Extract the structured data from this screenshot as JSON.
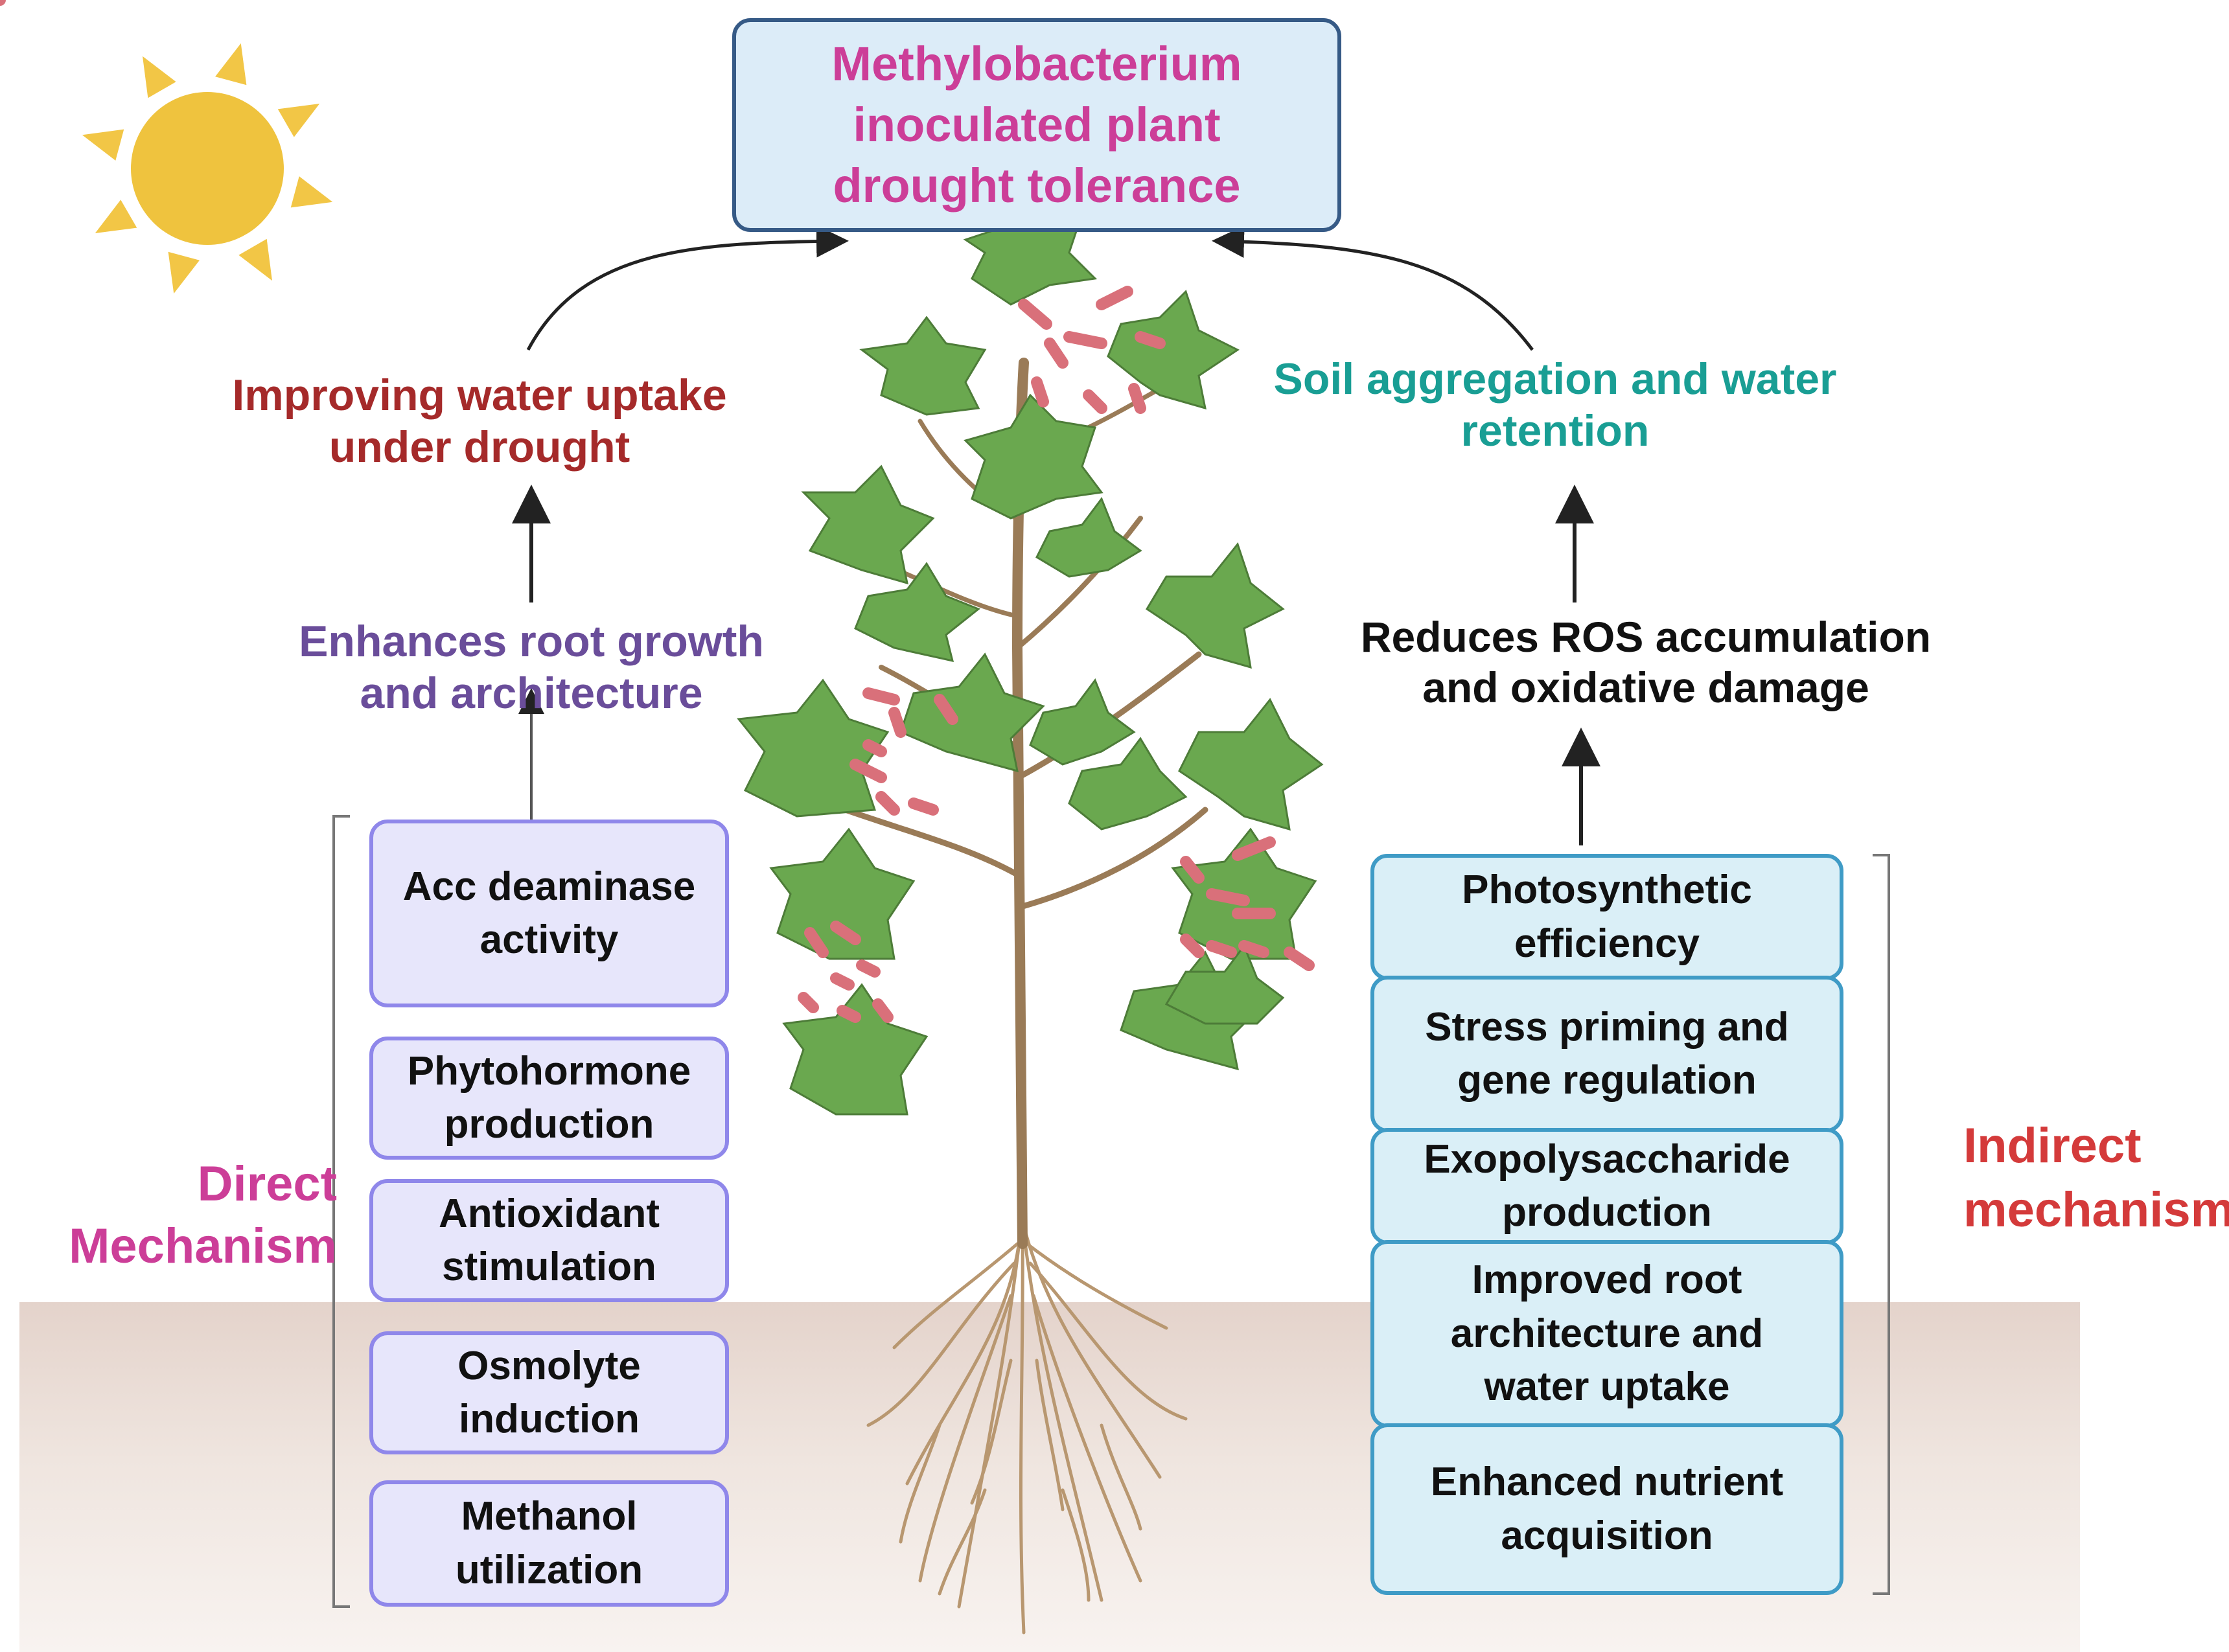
{
  "title": [
    "Methylobacterium",
    "inoculated plant",
    "drought tolerance"
  ],
  "left_upper": [
    "Improving water uptake",
    "under drought"
  ],
  "left_middle": [
    "Enhances root growth",
    "and architecture"
  ],
  "right_upper": [
    "Soil aggregation and water",
    "retention"
  ],
  "right_middle": [
    "Reduces ROS accumulation",
    "and oxidative damage"
  ],
  "direct_label": [
    "Direct",
    "Mechanism"
  ],
  "indirect_label": [
    "Indirect",
    "mechanism"
  ],
  "direct_boxes": [
    [
      "Acc deaminase",
      "activity"
    ],
    [
      "Phytohormone",
      "production"
    ],
    [
      "Antioxidant",
      "stimulation"
    ],
    [
      "Osmolyte",
      "induction"
    ],
    [
      "Methanol",
      "utilization"
    ]
  ],
  "indirect_boxes": [
    [
      "Photosynthetic",
      "efficiency"
    ],
    [
      "Stress priming and",
      "gene regulation"
    ],
    [
      "Exopolysaccharide",
      "production"
    ],
    [
      "Improved root",
      "architecture and",
      "water uptake"
    ],
    [
      "Enhanced nutrient",
      "acquisition"
    ]
  ],
  "colors": {
    "title": "#cc3e98",
    "water_uptake": "#a52a2a",
    "root_growth": "#6a4d9a",
    "soil_retention": "#199e94",
    "direct_label": "#cc3e98",
    "indirect_label": "#d43a3a",
    "sun": "#efc33e",
    "leaf": "#6aa84f",
    "stem": "#9a7b57",
    "bacteria": "#d9707a",
    "root": "#b89770"
  },
  "icons": [
    "sun-icon",
    "plant-icon",
    "bacteria-icon"
  ]
}
